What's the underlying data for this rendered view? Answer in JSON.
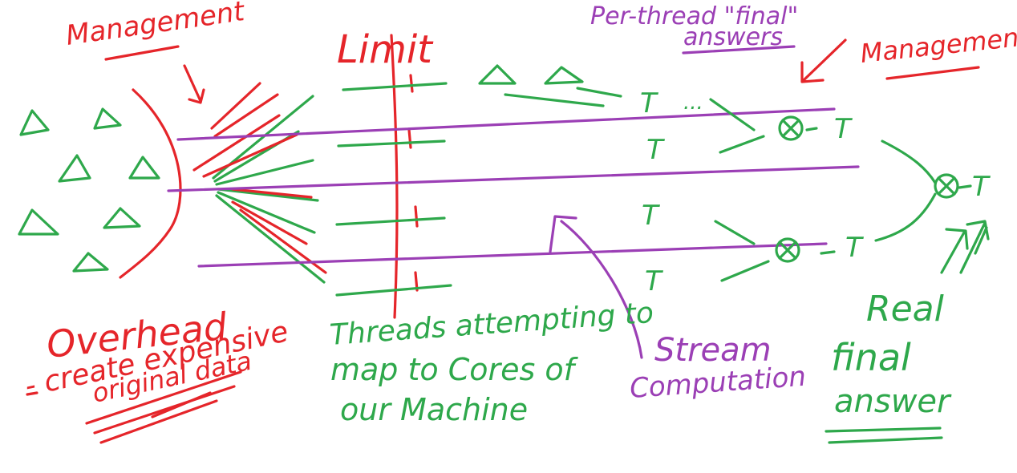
{
  "colors": {
    "red": "#e5252a",
    "green": "#2ea84b",
    "purple": "#9b3fb5",
    "background": "#ffffff"
  },
  "labels": {
    "management_left": "Management",
    "limit": "Limit",
    "per_thread_final_line1": "Per-thread \"final\"",
    "per_thread_final_line2": "answers",
    "management_right": "Management",
    "overhead_line1": "Overhead",
    "overhead_line2": "- create expensive",
    "overhead_line3": "original data",
    "threads_line1": "Threads attempting to",
    "threads_line2": "map to Cores of",
    "threads_line3": "our Machine",
    "stream_line1": "Stream",
    "stream_line2": "Computation",
    "real_final_line1": "Real",
    "real_final_line2": "final",
    "real_final_line3": "answer"
  },
  "symbols": {
    "thread": "T",
    "combine": "⊗",
    "ellipsis": "...",
    "data_shape": "triangle"
  }
}
